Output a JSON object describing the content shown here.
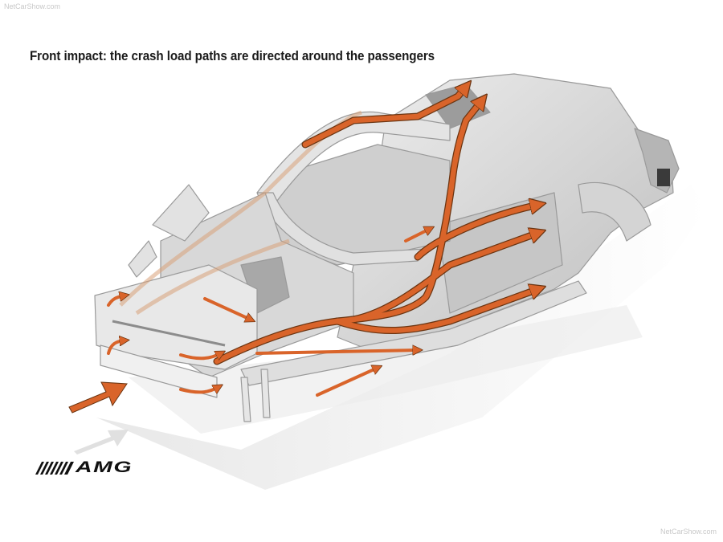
{
  "watermark": {
    "top": "NetCarShow.com",
    "bottom": "NetCarShow.com"
  },
  "caption": {
    "title": "Front impact: the crash load paths are directed around the passengers"
  },
  "brand": {
    "logo_text": "AMG",
    "logo_icon": "amg-stripes-icon"
  },
  "illustration": {
    "subject": "car body-in-white structure",
    "arrow_color": "#d9642a",
    "arrow_outline": "#6b3512",
    "body_color": "#d9d9d9",
    "shadow_color": "#e8e8e8",
    "impact_arrow": "impact-arrow-icon",
    "load_path_arrows": "load-path-arrow-icon"
  },
  "colors": {
    "background": "#ffffff",
    "title_text": "#1a1a1a",
    "watermark": "#c8c8c8"
  }
}
